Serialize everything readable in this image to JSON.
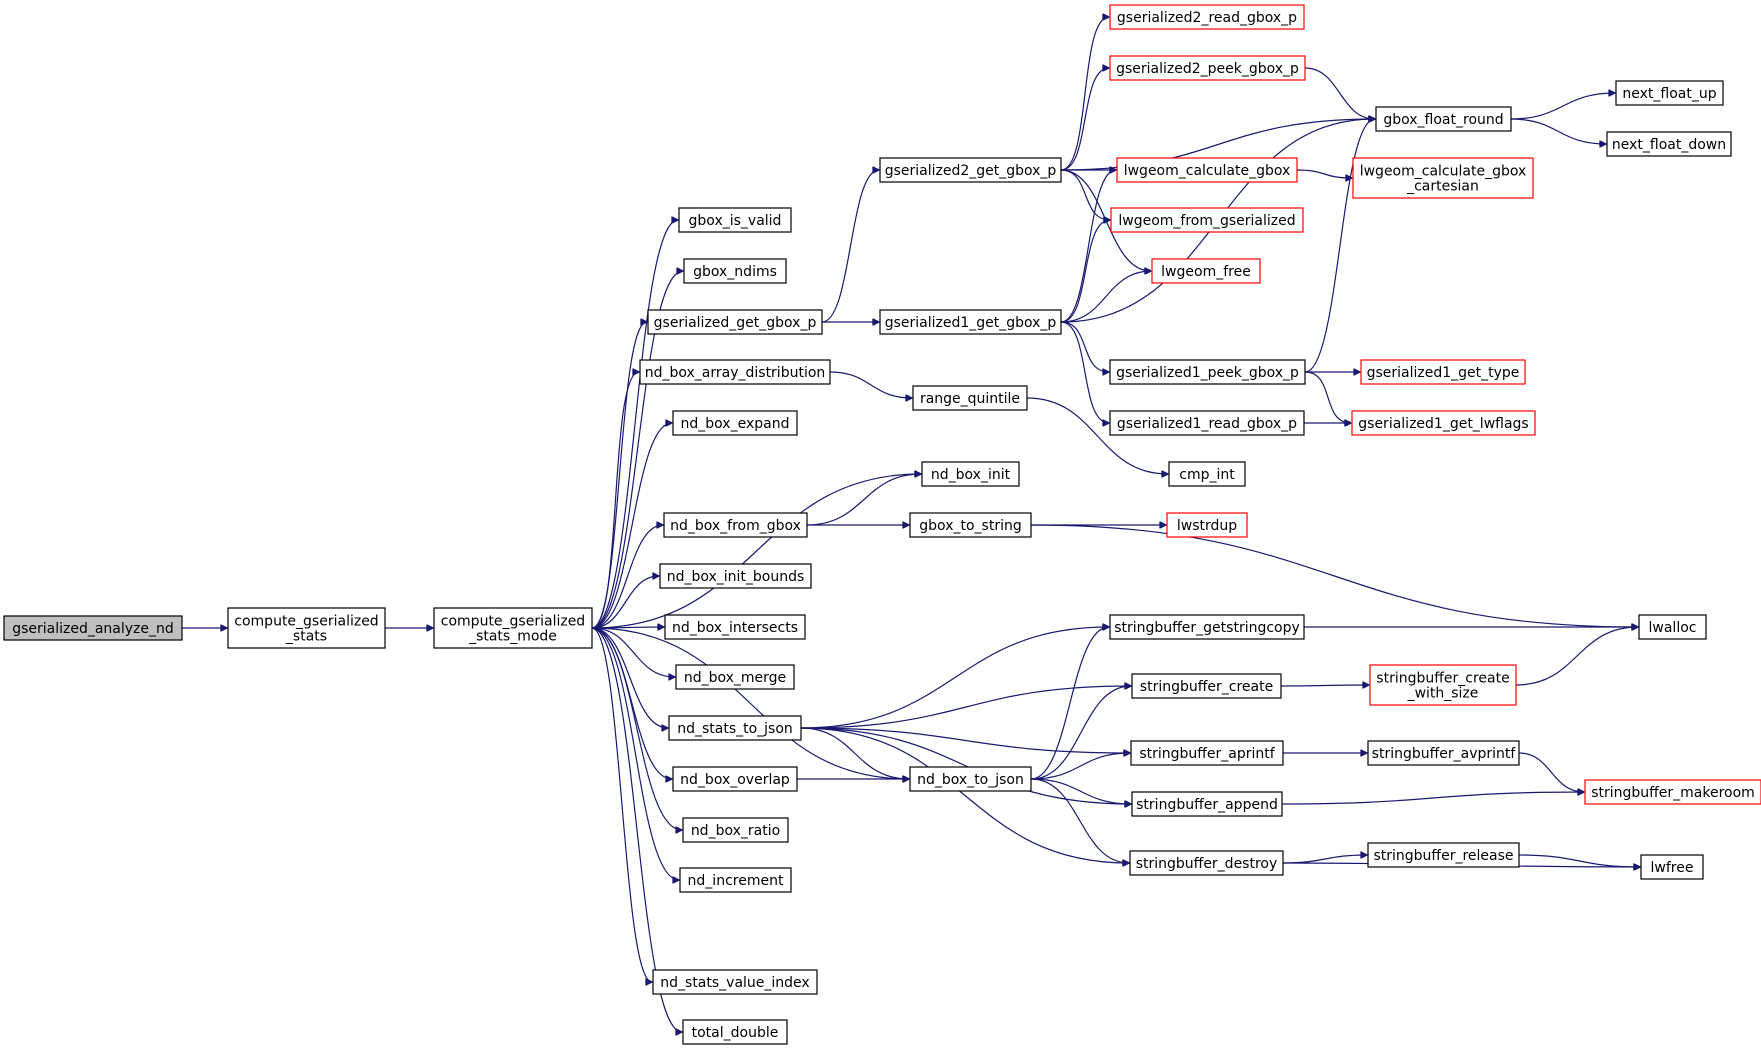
{
  "nodes": [
    {
      "id": "gserialized_analyze_nd",
      "label": [
        "gserialized_analyze_nd"
      ],
      "style": "root"
    },
    {
      "id": "compute_gserialized_stats",
      "label": [
        "compute_gserialized",
        "_stats"
      ],
      "style": "normal"
    },
    {
      "id": "compute_gserialized_stats_mode",
      "label": [
        "compute_gserialized",
        "_stats_mode"
      ],
      "style": "normal"
    },
    {
      "id": "gbox_is_valid",
      "label": [
        "gbox_is_valid"
      ],
      "style": "normal"
    },
    {
      "id": "gbox_ndims",
      "label": [
        "gbox_ndims"
      ],
      "style": "normal"
    },
    {
      "id": "gserialized_get_gbox_p",
      "label": [
        "gserialized_get_gbox_p"
      ],
      "style": "normal"
    },
    {
      "id": "nd_box_array_distribution",
      "label": [
        "nd_box_array_distribution"
      ],
      "style": "normal"
    },
    {
      "id": "nd_box_expand",
      "label": [
        "nd_box_expand"
      ],
      "style": "normal"
    },
    {
      "id": "nd_box_from_gbox",
      "label": [
        "nd_box_from_gbox"
      ],
      "style": "normal"
    },
    {
      "id": "nd_box_init_bounds",
      "label": [
        "nd_box_init_bounds"
      ],
      "style": "normal"
    },
    {
      "id": "nd_box_intersects",
      "label": [
        "nd_box_intersects"
      ],
      "style": "normal"
    },
    {
      "id": "nd_box_merge",
      "label": [
        "nd_box_merge"
      ],
      "style": "normal"
    },
    {
      "id": "nd_stats_to_json",
      "label": [
        "nd_stats_to_json"
      ],
      "style": "normal"
    },
    {
      "id": "nd_box_overlap",
      "label": [
        "nd_box_overlap"
      ],
      "style": "normal"
    },
    {
      "id": "nd_box_ratio",
      "label": [
        "nd_box_ratio"
      ],
      "style": "normal"
    },
    {
      "id": "nd_increment",
      "label": [
        "nd_increment"
      ],
      "style": "normal"
    },
    {
      "id": "nd_stats_value_index",
      "label": [
        "nd_stats_value_index"
      ],
      "style": "normal"
    },
    {
      "id": "total_double",
      "label": [
        "total_double"
      ],
      "style": "normal"
    },
    {
      "id": "gserialized2_get_gbox_p",
      "label": [
        "gserialized2_get_gbox_p"
      ],
      "style": "normal"
    },
    {
      "id": "gserialized1_get_gbox_p",
      "label": [
        "gserialized1_get_gbox_p"
      ],
      "style": "normal"
    },
    {
      "id": "range_quintile",
      "label": [
        "range_quintile"
      ],
      "style": "normal"
    },
    {
      "id": "nd_box_init",
      "label": [
        "nd_box_init"
      ],
      "style": "normal"
    },
    {
      "id": "gbox_to_string",
      "label": [
        "gbox_to_string"
      ],
      "style": "normal"
    },
    {
      "id": "nd_box_to_json",
      "label": [
        "nd_box_to_json"
      ],
      "style": "normal"
    },
    {
      "id": "gserialized2_read_gbox_p",
      "label": [
        "gserialized2_read_gbox_p"
      ],
      "style": "red"
    },
    {
      "id": "gserialized2_peek_gbox_p",
      "label": [
        "gserialized2_peek_gbox_p"
      ],
      "style": "red"
    },
    {
      "id": "lwgeom_calculate_gbox",
      "label": [
        "lwgeom_calculate_gbox"
      ],
      "style": "red"
    },
    {
      "id": "lwgeom_from_gserialized",
      "label": [
        "lwgeom_from_gserialized"
      ],
      "style": "red"
    },
    {
      "id": "lwgeom_free",
      "label": [
        "lwgeom_free"
      ],
      "style": "red"
    },
    {
      "id": "gserialized1_peek_gbox_p",
      "label": [
        "gserialized1_peek_gbox_p"
      ],
      "style": "normal"
    },
    {
      "id": "gserialized1_read_gbox_p",
      "label": [
        "gserialized1_read_gbox_p"
      ],
      "style": "normal"
    },
    {
      "id": "cmp_int",
      "label": [
        "cmp_int"
      ],
      "style": "normal"
    },
    {
      "id": "lwstrdup",
      "label": [
        "lwstrdup"
      ],
      "style": "red"
    },
    {
      "id": "stringbuffer_getstringcopy",
      "label": [
        "stringbuffer_getstringcopy"
      ],
      "style": "normal"
    },
    {
      "id": "stringbuffer_create",
      "label": [
        "stringbuffer_create"
      ],
      "style": "normal"
    },
    {
      "id": "stringbuffer_aprintf",
      "label": [
        "stringbuffer_aprintf"
      ],
      "style": "normal"
    },
    {
      "id": "stringbuffer_append",
      "label": [
        "stringbuffer_append"
      ],
      "style": "normal"
    },
    {
      "id": "stringbuffer_destroy",
      "label": [
        "stringbuffer_destroy"
      ],
      "style": "normal"
    },
    {
      "id": "gbox_float_round",
      "label": [
        "gbox_float_round"
      ],
      "style": "normal"
    },
    {
      "id": "lwgeom_calculate_gbox_cartesian",
      "label": [
        "lwgeom_calculate_gbox",
        "_cartesian"
      ],
      "style": "red"
    },
    {
      "id": "gserialized1_get_type",
      "label": [
        "gserialized1_get_type"
      ],
      "style": "red"
    },
    {
      "id": "gserialized1_get_lwflags",
      "label": [
        "gserialized1_get_lwflags"
      ],
      "style": "red"
    },
    {
      "id": "stringbuffer_create_with_size",
      "label": [
        "stringbuffer_create",
        "_with_size"
      ],
      "style": "red"
    },
    {
      "id": "stringbuffer_avprintf",
      "label": [
        "stringbuffer_avprintf"
      ],
      "style": "normal"
    },
    {
      "id": "stringbuffer_release",
      "label": [
        "stringbuffer_release"
      ],
      "style": "normal"
    },
    {
      "id": "next_float_up",
      "label": [
        "next_float_up"
      ],
      "style": "normal"
    },
    {
      "id": "next_float_down",
      "label": [
        "next_float_down"
      ],
      "style": "normal"
    },
    {
      "id": "lwalloc",
      "label": [
        "lwalloc"
      ],
      "style": "normal"
    },
    {
      "id": "stringbuffer_makeroom",
      "label": [
        "stringbuffer_makeroom"
      ],
      "style": "red"
    },
    {
      "id": "lwfree",
      "label": [
        "lwfree"
      ],
      "style": "normal"
    }
  ],
  "edges": [
    [
      "gserialized_analyze_nd",
      "compute_gserialized_stats"
    ],
    [
      "compute_gserialized_stats",
      "compute_gserialized_stats_mode"
    ],
    [
      "compute_gserialized_stats_mode",
      "gbox_is_valid"
    ],
    [
      "compute_gserialized_stats_mode",
      "gbox_ndims"
    ],
    [
      "compute_gserialized_stats_mode",
      "gserialized_get_gbox_p"
    ],
    [
      "compute_gserialized_stats_mode",
      "nd_box_array_distribution"
    ],
    [
      "compute_gserialized_stats_mode",
      "nd_box_expand"
    ],
    [
      "compute_gserialized_stats_mode",
      "nd_box_init"
    ],
    [
      "compute_gserialized_stats_mode",
      "nd_box_from_gbox"
    ],
    [
      "compute_gserialized_stats_mode",
      "nd_box_init_bounds"
    ],
    [
      "compute_gserialized_stats_mode",
      "nd_box_intersects"
    ],
    [
      "compute_gserialized_stats_mode",
      "nd_box_merge"
    ],
    [
      "compute_gserialized_stats_mode",
      "nd_stats_to_json"
    ],
    [
      "compute_gserialized_stats_mode",
      "nd_box_overlap"
    ],
    [
      "compute_gserialized_stats_mode",
      "nd_box_ratio"
    ],
    [
      "compute_gserialized_stats_mode",
      "nd_increment"
    ],
    [
      "compute_gserialized_stats_mode",
      "nd_box_to_json"
    ],
    [
      "compute_gserialized_stats_mode",
      "nd_stats_value_index"
    ],
    [
      "compute_gserialized_stats_mode",
      "total_double"
    ],
    [
      "gserialized_get_gbox_p",
      "gserialized2_get_gbox_p"
    ],
    [
      "gserialized_get_gbox_p",
      "gserialized1_get_gbox_p"
    ],
    [
      "nd_box_array_distribution",
      "range_quintile"
    ],
    [
      "range_quintile",
      "cmp_int"
    ],
    [
      "nd_box_from_gbox",
      "nd_box_init"
    ],
    [
      "nd_box_from_gbox",
      "gbox_to_string"
    ],
    [
      "gbox_to_string",
      "lwstrdup"
    ],
    [
      "gbox_to_string",
      "lwalloc"
    ],
    [
      "nd_stats_to_json",
      "stringbuffer_getstringcopy"
    ],
    [
      "nd_stats_to_json",
      "stringbuffer_create"
    ],
    [
      "nd_stats_to_json",
      "stringbuffer_aprintf"
    ],
    [
      "nd_stats_to_json",
      "nd_box_to_json"
    ],
    [
      "nd_stats_to_json",
      "stringbuffer_append"
    ],
    [
      "nd_stats_to_json",
      "stringbuffer_destroy"
    ],
    [
      "nd_box_overlap",
      "nd_box_to_json"
    ],
    [
      "nd_box_to_json",
      "stringbuffer_getstringcopy"
    ],
    [
      "nd_box_to_json",
      "stringbuffer_create"
    ],
    [
      "nd_box_to_json",
      "stringbuffer_aprintf"
    ],
    [
      "nd_box_to_json",
      "stringbuffer_append"
    ],
    [
      "nd_box_to_json",
      "stringbuffer_destroy"
    ],
    [
      "gserialized2_get_gbox_p",
      "gserialized2_read_gbox_p"
    ],
    [
      "gserialized2_get_gbox_p",
      "gserialized2_peek_gbox_p"
    ],
    [
      "gserialized2_get_gbox_p",
      "gbox_float_round"
    ],
    [
      "gserialized2_get_gbox_p",
      "lwgeom_calculate_gbox"
    ],
    [
      "gserialized2_get_gbox_p",
      "lwgeom_from_gserialized"
    ],
    [
      "gserialized2_get_gbox_p",
      "lwgeom_free"
    ],
    [
      "gserialized2_peek_gbox_p",
      "gbox_float_round"
    ],
    [
      "gserialized1_get_gbox_p",
      "lwgeom_calculate_gbox"
    ],
    [
      "gserialized1_get_gbox_p",
      "lwgeom_from_gserialized"
    ],
    [
      "gserialized1_get_gbox_p",
      "lwgeom_free"
    ],
    [
      "gserialized1_get_gbox_p",
      "gbox_float_round"
    ],
    [
      "gserialized1_get_gbox_p",
      "gserialized1_peek_gbox_p"
    ],
    [
      "gserialized1_get_gbox_p",
      "gserialized1_read_gbox_p"
    ],
    [
      "gserialized1_peek_gbox_p",
      "gbox_float_round"
    ],
    [
      "gserialized1_peek_gbox_p",
      "gserialized1_get_type"
    ],
    [
      "gserialized1_peek_gbox_p",
      "gserialized1_get_lwflags"
    ],
    [
      "gserialized1_read_gbox_p",
      "gserialized1_get_lwflags"
    ],
    [
      "lwgeom_calculate_gbox",
      "lwgeom_calculate_gbox_cartesian"
    ],
    [
      "gbox_float_round",
      "next_float_up"
    ],
    [
      "gbox_float_round",
      "next_float_down"
    ],
    [
      "stringbuffer_getstringcopy",
      "lwalloc"
    ],
    [
      "stringbuffer_create",
      "stringbuffer_create_with_size"
    ],
    [
      "stringbuffer_create_with_size",
      "lwalloc"
    ],
    [
      "stringbuffer_aprintf",
      "stringbuffer_avprintf"
    ],
    [
      "stringbuffer_avprintf",
      "stringbuffer_makeroom"
    ],
    [
      "stringbuffer_append",
      "stringbuffer_makeroom"
    ],
    [
      "stringbuffer_destroy",
      "stringbuffer_release"
    ],
    [
      "stringbuffer_destroy",
      "lwfree"
    ],
    [
      "stringbuffer_release",
      "lwfree"
    ]
  ],
  "colors": {
    "edge": "#191970",
    "normal_border": "#000000",
    "red_border": "#ff0000",
    "root_fill": "#bfbfbf"
  }
}
